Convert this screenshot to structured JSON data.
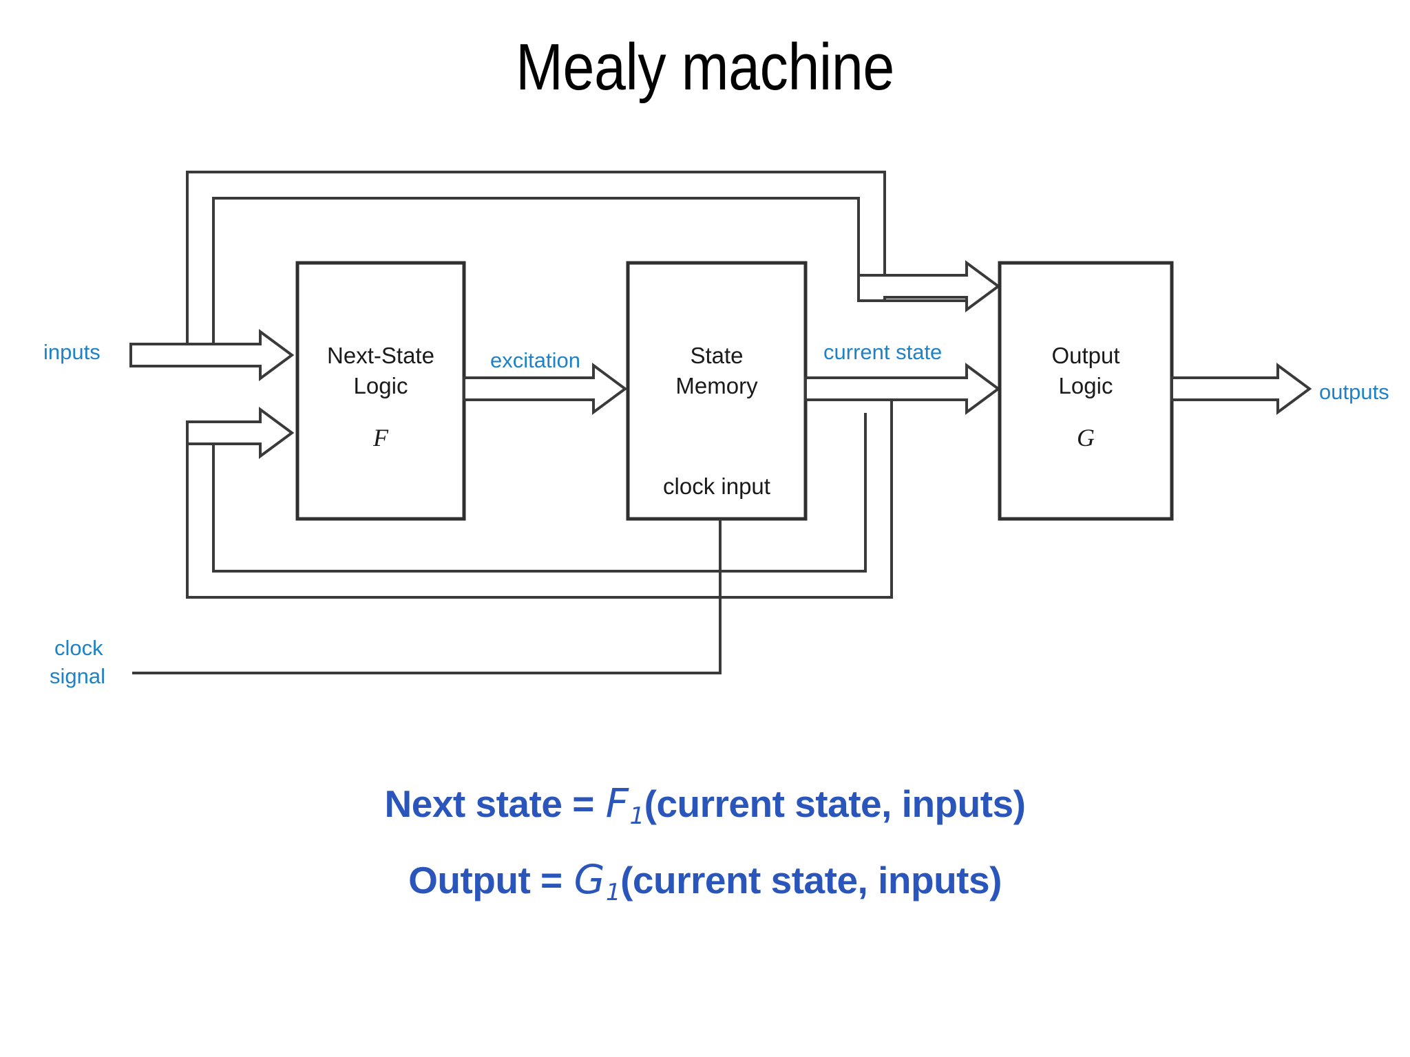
{
  "slide": {
    "title": "Mealy machine",
    "background_color": "#ffffff"
  },
  "colors": {
    "signal_label": "#1f82c6",
    "equation": "#2a56bb",
    "line": "#3a3a3a",
    "block_text": "#1a1a1a"
  },
  "diagram": {
    "type": "block-diagram",
    "blocks": [
      {
        "id": "next-state-logic",
        "line1": "Next-State",
        "line2": "Logic",
        "function": "F"
      },
      {
        "id": "state-memory",
        "line1": "State",
        "line2": "Memory",
        "clock_label": "clock input"
      },
      {
        "id": "output-logic",
        "line1": "Output",
        "line2": "Logic",
        "function": "G"
      }
    ],
    "signals": {
      "inputs": "inputs",
      "excitation": "excitation",
      "current_state": "current state",
      "outputs": "outputs",
      "clock_signal_line1": "clock",
      "clock_signal_line2": "signal"
    }
  },
  "equations": {
    "eq1": {
      "lhs": "Next state = ",
      "fn": "F",
      "sub": "1",
      "rhs": "(current state, inputs)"
    },
    "eq2": {
      "lhs": "Output = ",
      "fn": "G",
      "sub": "1",
      "rhs": "(current state, inputs)"
    }
  }
}
